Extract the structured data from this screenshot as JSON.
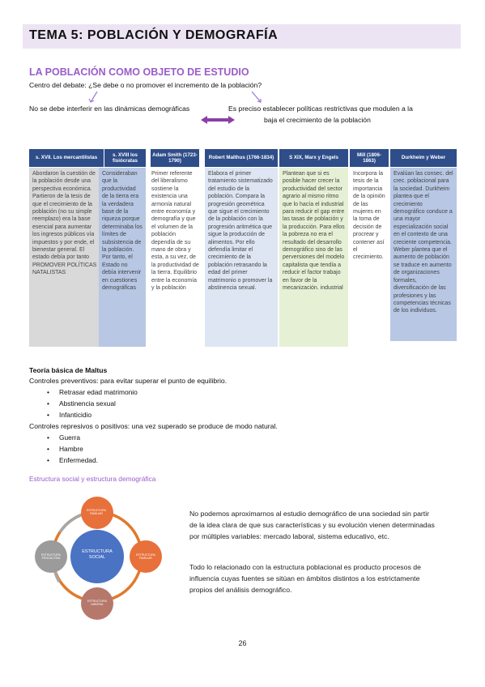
{
  "header": {
    "title": "TEMA 5: POBLACIÓN Y DEMOGRAFÍA"
  },
  "section": {
    "title": "LA POBLACIÓN COMO OBJETO DE ESTUDIO",
    "debate": "Centro del debate: ¿Se debe o no promover el incremento de la población?",
    "left_position": "No se debe interferir en las dinámicas demográficas",
    "right_position_line1": "Es preciso establecer políticas restrictivas que modulen a la",
    "right_position_line2": "baja el crecimiento de la población"
  },
  "colors": {
    "header_band": "#ece3f3",
    "accent_purple": "#9a5cc9",
    "column_header": "#2e4d89"
  },
  "columns": [
    {
      "header": "s. XVII. Los mercantilistas",
      "bg": "#d9d9d9",
      "body": "Abordaron la cuestión de la población desde una perspectiva económica. Partieron de la tesis de que el crecimiento de la población (no su simple reemplazo) era la base esencial para aumentar los ingresos públicos vía impuestos y por ende, el bienestar general. El estado debía por tanto PROMOVER POLÍTICAS NATALISTAS"
    },
    {
      "header": "s. XVIII los fisiócratas",
      "bg": "#b7c7e4",
      "body": "Consideraban que la productividad de la tierra era la verdadera base de la riqueza porque determinaba los límites de subsistencia de la población. Por tanto, el Estado no debía intervenir en cuestiones demográficas"
    },
    {
      "header": "Adam Smith (1723-1790)",
      "bg": "#ffffff",
      "body": "Primer referente del liberalismo sostiene la existencia una armonía natural entre economía y demografía y que el volumen de la población dependía de su mano de obra y esta, a su vez, de la productividad de la tierra. Equilibrio entre la economía y la población"
    },
    {
      "header": "Robert Malthus (1766-1834)",
      "bg": "#dde6f2",
      "body": "Elabora el primer tratamiento sistematizado del estudio de la población. Compara la progresión geométrica que sigue el crecimiento de la población con la progresión aritmética que sigue la producción de alimentos. Por ello defendía limitar el crecimiento de la población retrasando la edad del primer matrimonio o promover la abstinencia sexual."
    },
    {
      "header": "S XIX, Marx y Engels",
      "bg": "#e6f0d5",
      "body": "Plantean que si es posible hacer crecer la productividad del sector agrario al mismo ritmo que lo hacía el industrial para reducir el gap entre las tasas de población y la producción. Para ellos la pobreza no era el resultado del desarrollo demográfico sino de las perversiones del modelo capitalista que tendía a reducir el factor trabajo en favor de la mecanización. industrial"
    },
    {
      "header": "Mill (1806-1863)",
      "bg": "#ffffff",
      "body": "Incorpora la tesis de la importancia de la opinión de las mujeres en la toma de decisión de procrear y contener así el crecimiento."
    },
    {
      "header": "Durkheim y Weber",
      "bg": "#b7c7e4",
      "body": "Evalúan las consec. del crec. poblacional para la sociedad. Durkheim plantea que el crecimiento demográfico conduce a una mayor especialización social en el contexto de una creciente competencia. Weber plantea que el aumento de población se traduce en aumento de organizaciones formales, diversificación de las profesiones y las competencias técnicas de los individuos."
    }
  ],
  "malthus": {
    "title": "Teoría básica de Maltus",
    "preventive_label": "Controles preventivos: para evitar superar el punto de equilibrio.",
    "preventive_items": [
      "Retrasar edad matrimonio",
      "Abstinencia sexual",
      "Infanticidio"
    ],
    "repressive_label": "Controles represivos o positivos: una vez superado se produce de modo natural.",
    "repressive_items": [
      "Guerra",
      "Hambre",
      "Enfermedad."
    ]
  },
  "structure": {
    "subtitle": "Estructura social y estructura demográfica",
    "center_label": "ESTRUCTURA SOCIAL",
    "node_top": "ESTRUCTURA FAMILIAR",
    "node_right": "ESTRUCTURA FAMILIAR",
    "node_bottom": "ESTRUCTURA LABORAL",
    "node_left": "ESTRUCTURA PRODUCTIVA",
    "para1": "No podemos aproximarnos al estudio demográfico de una sociedad sin partir de la idea clara de que sus características y su evolución vienen determinadas por múltiples variables: mercado laboral, sistema educativo, etc.",
    "para2": "Todo lo relacionado con la estructura poblacional es producto procesos de influencia cuyas fuentes se sitúan en ámbitos distintos a los estrictamente propios del análisis demográfico."
  },
  "page_number": "26"
}
